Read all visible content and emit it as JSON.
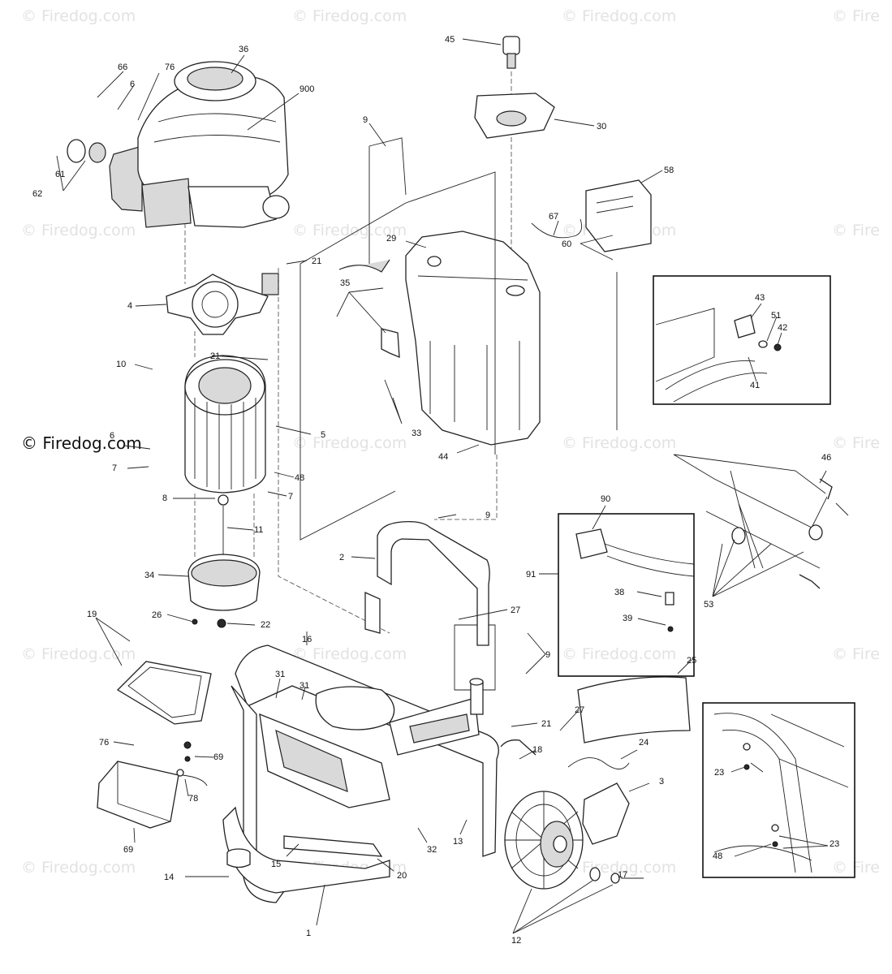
{
  "watermark": {
    "text": "© Firedog.com",
    "main": "© Firedog.com",
    "partial": "© Fire"
  },
  "callouts": [
    "36",
    "66",
    "76",
    "6",
    "900",
    "45",
    "30",
    "58",
    "9",
    "67",
    "62",
    "61",
    "29",
    "21",
    "35",
    "60",
    "43",
    "51",
    "42",
    "41",
    "4",
    "10",
    "21",
    "33",
    "44",
    "5",
    "6",
    "48",
    "7",
    "7",
    "8",
    "11",
    "46",
    "9",
    "90",
    "2",
    "91",
    "38",
    "39",
    "53",
    "34",
    "26",
    "22",
    "27",
    "19",
    "16",
    "31",
    "31",
    "9",
    "25",
    "21",
    "27",
    "18",
    "24",
    "23",
    "76",
    "69",
    "78",
    "3",
    "69",
    "13",
    "48",
    "23",
    "14",
    "15",
    "20",
    "32",
    "17",
    "1",
    "12"
  ]
}
